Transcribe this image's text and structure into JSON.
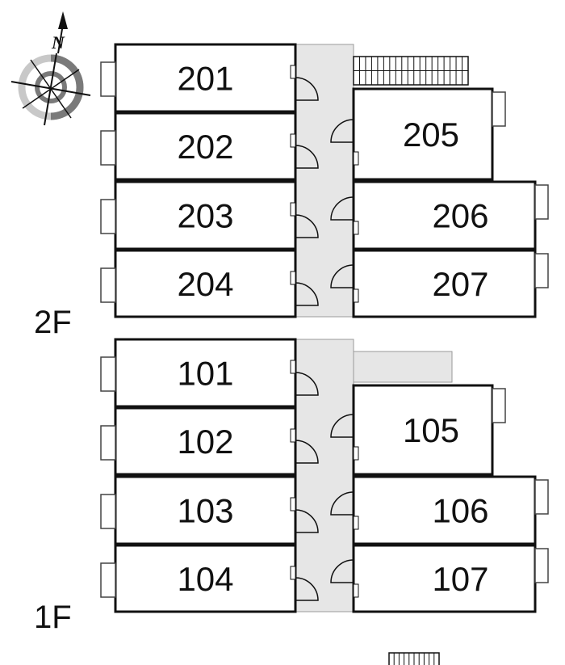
{
  "compass": {
    "north_label": "N"
  },
  "floors": [
    {
      "label": "2F",
      "rooms": [
        "201",
        "202",
        "203",
        "204",
        "205",
        "206",
        "207"
      ]
    },
    {
      "label": "1F",
      "rooms": [
        "101",
        "102",
        "103",
        "104",
        "105",
        "106",
        "107"
      ]
    }
  ],
  "colors": {
    "wall": "#111111",
    "corridor": "#e6e6e6",
    "compass_light": "#c8c8c8",
    "compass_dark": "#7a7a7a"
  }
}
